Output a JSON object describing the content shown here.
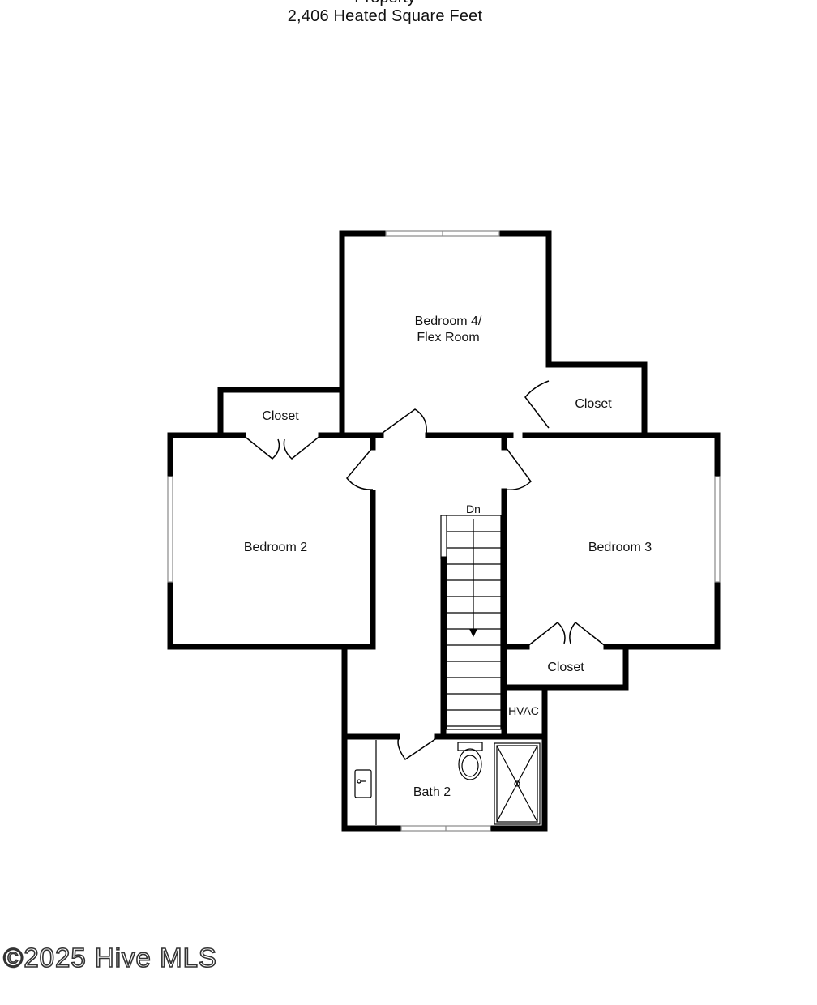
{
  "header": {
    "partial_line": "Property",
    "sqft": "2,406 Heated Square Feet"
  },
  "rooms": {
    "bedroom4_line1": "Bedroom 4/",
    "bedroom4_line2": "Flex Room",
    "closet_left": "Closet",
    "closet_right_top": "Closet",
    "bedroom2": "Bedroom 2",
    "bedroom3": "Bedroom 3",
    "closet_bedroom3": "Closet",
    "hvac": "HVAC",
    "bath2": "Bath 2",
    "stairs_dn": "Dn"
  },
  "watermark": {
    "text": "©2025 Hive MLS"
  }
}
